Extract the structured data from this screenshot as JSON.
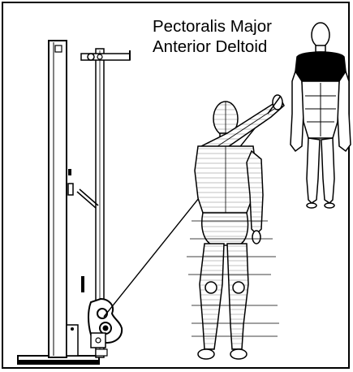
{
  "labels": {
    "muscle_1": "Pectoralis Major",
    "muscle_2": "Anterior Deltoid"
  },
  "colors": {
    "line": "#000000",
    "highlight": "#000000",
    "fill": "#ffffff",
    "shade": "#c8c8c8"
  },
  "icons": [
    "cable-machine",
    "exercise-figure",
    "muscle-reference-figure"
  ]
}
